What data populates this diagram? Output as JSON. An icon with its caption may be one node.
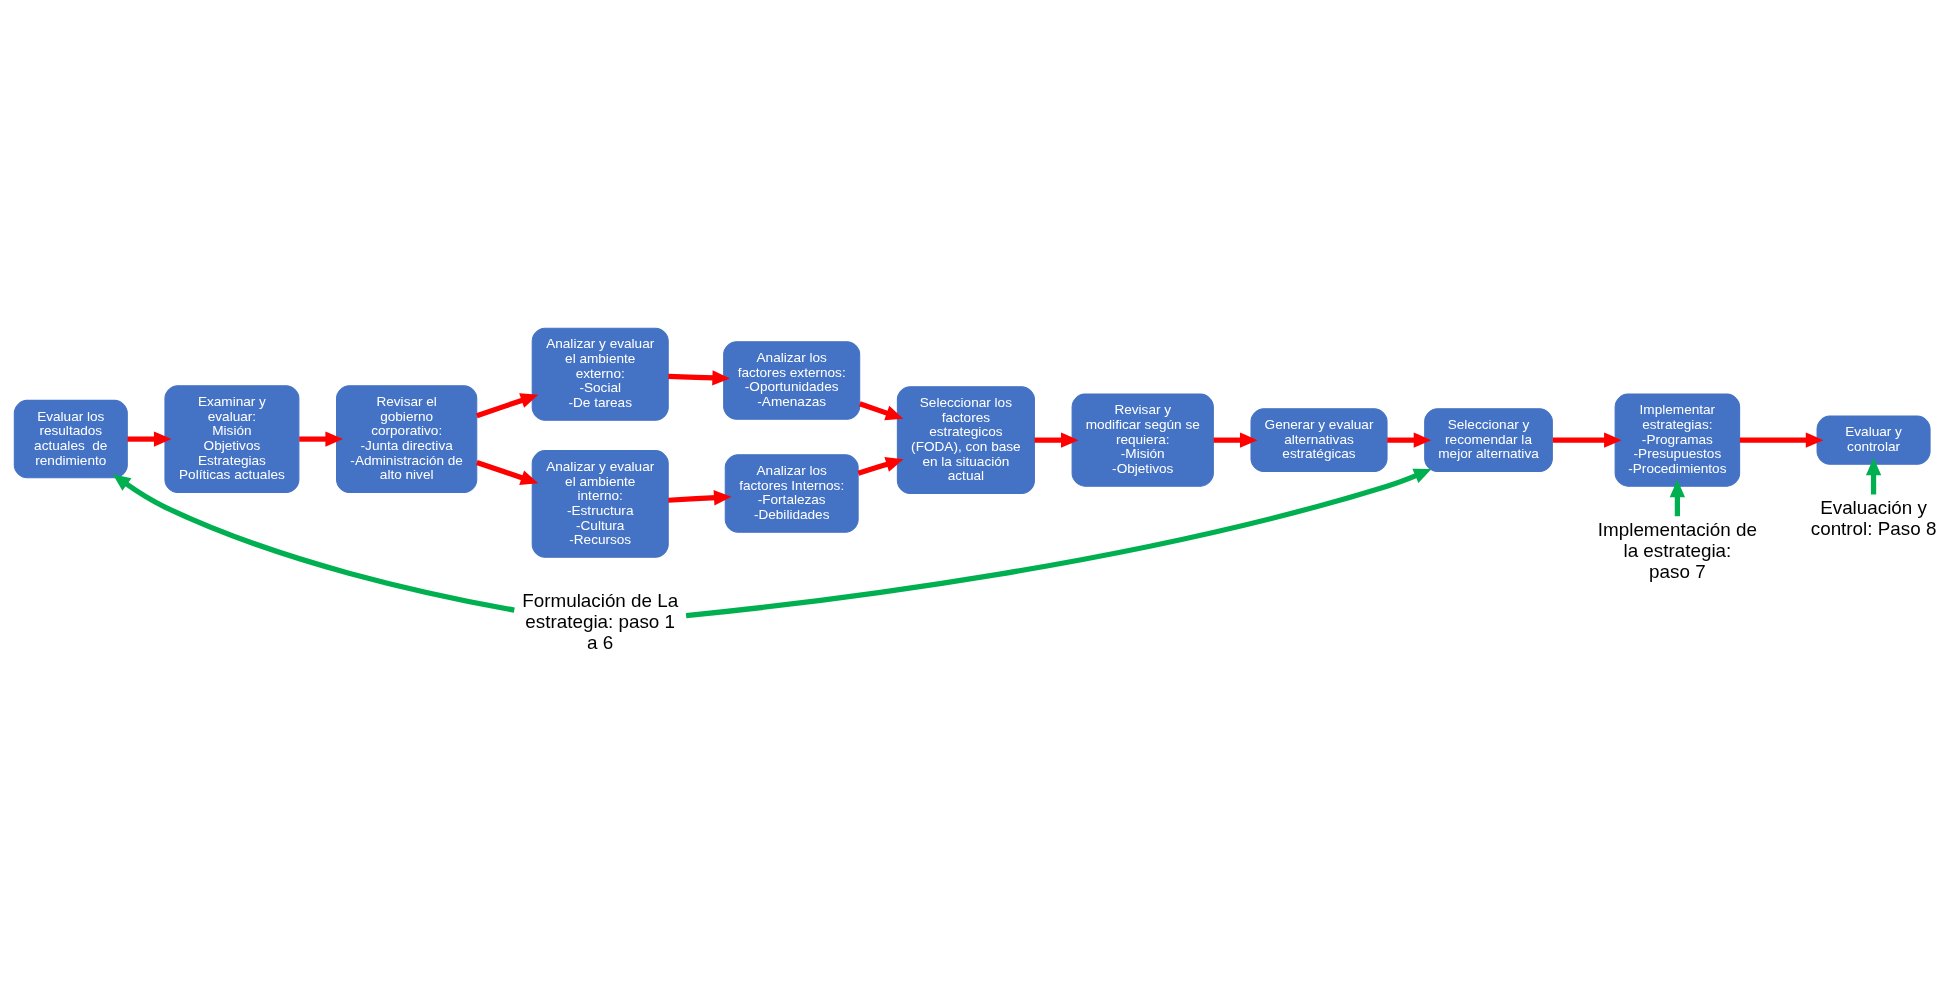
{
  "diagram": {
    "nodes": [
      {
        "text": [
          "Evaluar los resultados actuales  de rendimiento"
        ]
      },
      {
        "text": [
          "Examinar y evaluar:",
          "Misión",
          "Objetivos",
          "Estrategias",
          "Políticas actuales"
        ]
      },
      {
        "text": [
          "Revisar el gobierno corporativo:",
          "-Junta directiva",
          "-Administración de alto nivel"
        ]
      },
      {
        "text": [
          "Analizar y evaluar el ambiente externo:",
          "-Social",
          "-De tareas"
        ]
      },
      {
        "text": [
          "Analizar los factores externos:",
          "-Oportunidades",
          "-Amenazas"
        ]
      },
      {
        "text": [
          "Analizar y evaluar el ambiente interno:",
          "-Estructura",
          "-Cultura",
          "-Recursos"
        ]
      },
      {
        "text": [
          "Analizar los factores Internos:",
          "-Fortalezas",
          "-Debilidades"
        ]
      },
      {
        "text": [
          "Seleccionar los factores estrategicos (FODA), con base en la situación actual"
        ]
      },
      {
        "text": [
          "Revisar y modificar según se requiera:",
          "-Misión",
          "-Objetivos"
        ]
      },
      {
        "text": [
          "Generar y evaluar alternativas estratégicas"
        ]
      },
      {
        "text": [
          "Seleccionar y recomendar la mejor alternativa"
        ]
      },
      {
        "text": [
          "Implementar estrategias:",
          "-Programas",
          "-Presupuestos",
          "-Procedimientos"
        ]
      },
      {
        "text": [
          "Evaluar y controlar"
        ]
      },
      {
        "text": [
          "Formulación de La estrategia: paso 1 a 6"
        ]
      },
      {
        "text": [
          "Implementación de la estrategia: paso 7"
        ]
      },
      {
        "text": [
          "Evaluación y control: Paso 8"
        ]
      }
    ],
    "edges": [
      {
        "from": 0,
        "to": 1,
        "arrow": "to"
      },
      {
        "from": 1,
        "to": 2,
        "arrow": "to"
      },
      {
        "from": 2,
        "to": 3,
        "arrow": "to"
      },
      {
        "from": 2,
        "to": 5,
        "arrow": "to"
      },
      {
        "from": 3,
        "to": 4,
        "arrow": "to"
      },
      {
        "from": 5,
        "to": 6,
        "arrow": "to"
      },
      {
        "from": 4,
        "to": 7,
        "arrow": "to"
      },
      {
        "from": 6,
        "to": 7,
        "arrow": "to"
      },
      {
        "from": 7,
        "to": 8,
        "arrow": "to"
      },
      {
        "from": 8,
        "to": 9,
        "arrow": "to"
      },
      {
        "from": 9,
        "to": 10,
        "arrow": "to"
      },
      {
        "from": 10,
        "to": 11,
        "arrow": "to"
      },
      {
        "from": 11,
        "to": 12,
        "arrow": "to"
      },
      {
        "from": 13,
        "to": 0,
        "arrow": "to",
        "color": "#00b050"
      },
      {
        "from": 13,
        "to": 10,
        "arrow": "to",
        "color": "#00b050"
      },
      {
        "from": 14,
        "to": 11,
        "arrow": "to",
        "color": "#00b050"
      },
      {
        "from": 15,
        "to": 12,
        "arrow": "to",
        "color": "#00b050"
      }
    ]
  }
}
